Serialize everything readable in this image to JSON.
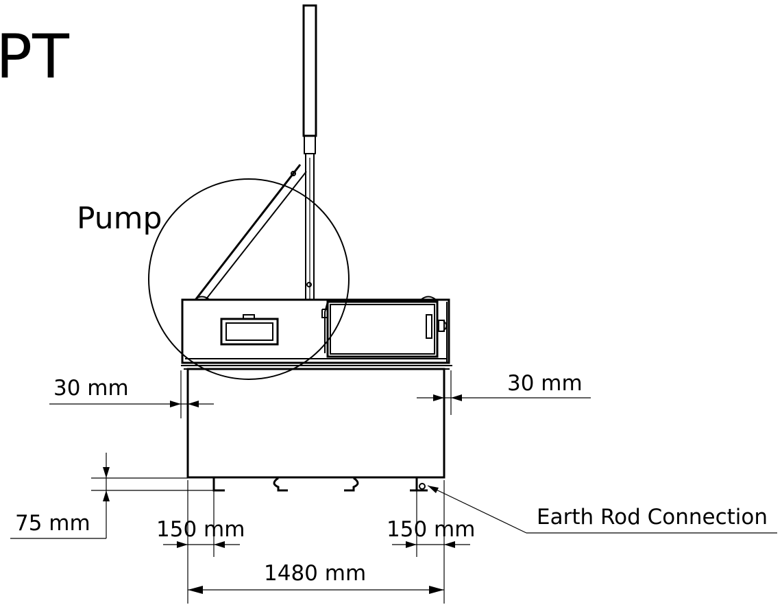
{
  "title": "PT",
  "callout": "Pump",
  "dimensions": {
    "left_offset": "30 mm",
    "right_offset": "30 mm",
    "height": "75 mm",
    "left_foot": "150 mm",
    "right_foot": "150 mm",
    "overall_width": "1480 mm"
  },
  "annotation": "Earth Rod Connection"
}
